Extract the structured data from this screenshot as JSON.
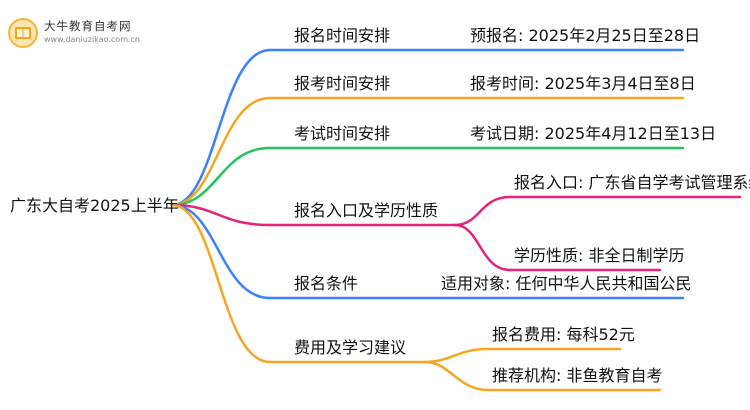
{
  "logo": {
    "name": "大牛教育自考网",
    "url": "www.daniuzikao.com.cn"
  },
  "colors": {
    "blue": "#3b82f6",
    "orange": "#f5a623",
    "green": "#22c55e",
    "pink": "#e8217a"
  },
  "mindmap": {
    "root": "广东大自考2025上半年",
    "branches": [
      {
        "label": "报名时间安排",
        "color": "blue",
        "children": [
          "预报名: 2025年2月25日至28日"
        ]
      },
      {
        "label": "报考时间安排",
        "color": "orange",
        "children": [
          "报考时间: 2025年3月4日至8日"
        ]
      },
      {
        "label": "考试时间安排",
        "color": "green",
        "children": [
          "考试日期: 2025年4月12日至13日"
        ]
      },
      {
        "label": "报名入口及学历性质",
        "color": "pink",
        "children": [
          "报名入口: 广东省自学考试管理系统",
          "学历性质: 非全日制学历"
        ]
      },
      {
        "label": "报名条件",
        "color": "blue",
        "children": [
          "适用对象: 任何中华人民共和国公民"
        ]
      },
      {
        "label": "费用及学习建议",
        "color": "orange",
        "children": [
          "报名费用: 每科52元",
          "推荐机构: 非鱼教育自考"
        ]
      }
    ]
  }
}
